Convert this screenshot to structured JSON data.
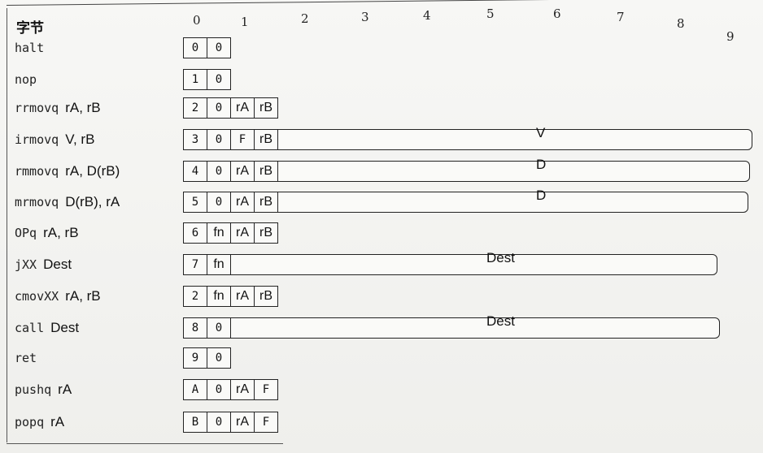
{
  "header": {
    "label": "字节"
  },
  "byte_indices": [
    "0",
    "1",
    "2",
    "3",
    "4",
    "5",
    "6",
    "7",
    "8",
    "9"
  ],
  "instructions": [
    {
      "mnemonic": "halt",
      "args": "",
      "cells": [
        "0",
        "0"
      ],
      "long": ""
    },
    {
      "mnemonic": "nop",
      "args": "",
      "cells": [
        "1",
        "0"
      ],
      "long": ""
    },
    {
      "mnemonic": "rrmovq",
      "args": "rA, rB",
      "cells": [
        "2",
        "0",
        "rA",
        "rB"
      ],
      "long": ""
    },
    {
      "mnemonic": "irmovq",
      "args": "V, rB",
      "cells": [
        "3",
        "0",
        "F",
        "rB"
      ],
      "long": "V"
    },
    {
      "mnemonic": "rmmovq",
      "args": "rA, D(rB)",
      "cells": [
        "4",
        "0",
        "rA",
        "rB"
      ],
      "long": "D"
    },
    {
      "mnemonic": "mrmovq",
      "args": "D(rB), rA",
      "cells": [
        "5",
        "0",
        "rA",
        "rB"
      ],
      "long": "D"
    },
    {
      "mnemonic": "OPq",
      "args": "rA, rB",
      "cells": [
        "6",
        "fn",
        "rA",
        "rB"
      ],
      "long": ""
    },
    {
      "mnemonic": "jXX",
      "args": "Dest",
      "cells": [
        "7",
        "fn"
      ],
      "long": "Dest"
    },
    {
      "mnemonic": "cmovXX",
      "args": "rA, rB",
      "cells": [
        "2",
        "fn",
        "rA",
        "rB"
      ],
      "long": ""
    },
    {
      "mnemonic": "call",
      "args": "Dest",
      "cells": [
        "8",
        "0"
      ],
      "long": "Dest"
    },
    {
      "mnemonic": "ret",
      "args": "",
      "cells": [
        "9",
        "0"
      ],
      "long": ""
    },
    {
      "mnemonic": "pushq",
      "args": "rA",
      "cells": [
        "A",
        "0",
        "rA",
        "F"
      ],
      "long": ""
    },
    {
      "mnemonic": "popq",
      "args": "rA",
      "cells": [
        "B",
        "0",
        "rA",
        "F"
      ],
      "long": ""
    }
  ]
}
